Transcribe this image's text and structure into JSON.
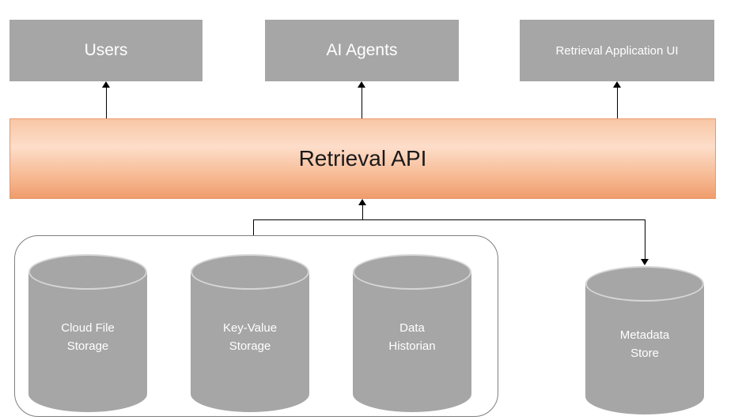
{
  "top_nodes": [
    {
      "label": "Users"
    },
    {
      "label": "AI Agents"
    },
    {
      "label": "Retrieval Application UI"
    }
  ],
  "api_bar": {
    "label": "Retrieval API"
  },
  "storage_group": {
    "cylinders": [
      {
        "lines": [
          "Cloud File",
          "Storage"
        ]
      },
      {
        "lines": [
          "Key-Value",
          "Storage"
        ]
      },
      {
        "lines": [
          "Data",
          "Historian"
        ]
      }
    ]
  },
  "metadata_store": {
    "lines": [
      "Metadata",
      "Store"
    ]
  },
  "colors": {
    "node_fill": "#a6a6a6",
    "node_text": "#ffffff",
    "api_gradient_top": "#f8c7a5",
    "api_gradient_mid": "#fdddca",
    "api_gradient_bottom": "#ef9c6c",
    "api_border": "#e8996a",
    "connector": "#000000",
    "group_border": "#7f7f7f"
  }
}
